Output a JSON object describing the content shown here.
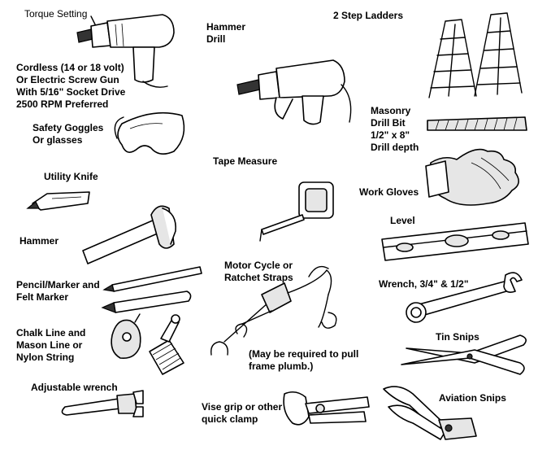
{
  "labels": {
    "torque_setting": "Torque Setting",
    "screw_gun": "Cordless (14 or 18 volt)\nOr Electric Screw Gun\nWith 5/16\" Socket Drive\n2500 RPM Preferred",
    "hammer_drill": "Hammer\nDrill",
    "step_ladders": "2 Step Ladders",
    "safety_goggles": "Safety Goggles\nOr glasses",
    "masonry_bit": "Masonry\nDrill Bit\n1/2\" x 8\"\nDrill depth",
    "tape_measure": "Tape Measure",
    "utility_knife": "Utility Knife",
    "work_gloves": "Work Gloves",
    "level": "Level",
    "hammer": "Hammer",
    "straps": "Motor Cycle or\nRatchet Straps",
    "pencil_marker": "Pencil/Marker and\nFelt Marker",
    "wrench": "Wrench, 3/4\" & 1/2\"",
    "chalk_line": "Chalk Line and\nMason Line or\nNylon String",
    "tin_snips": "Tin Snips",
    "plumb_note": "(May be required to pull\nframe plumb.)",
    "adjustable_wrench": "Adjustable wrench",
    "vise_grip": "Vise grip or other\nquick clamp",
    "aviation_snips": "Aviation Snips"
  }
}
